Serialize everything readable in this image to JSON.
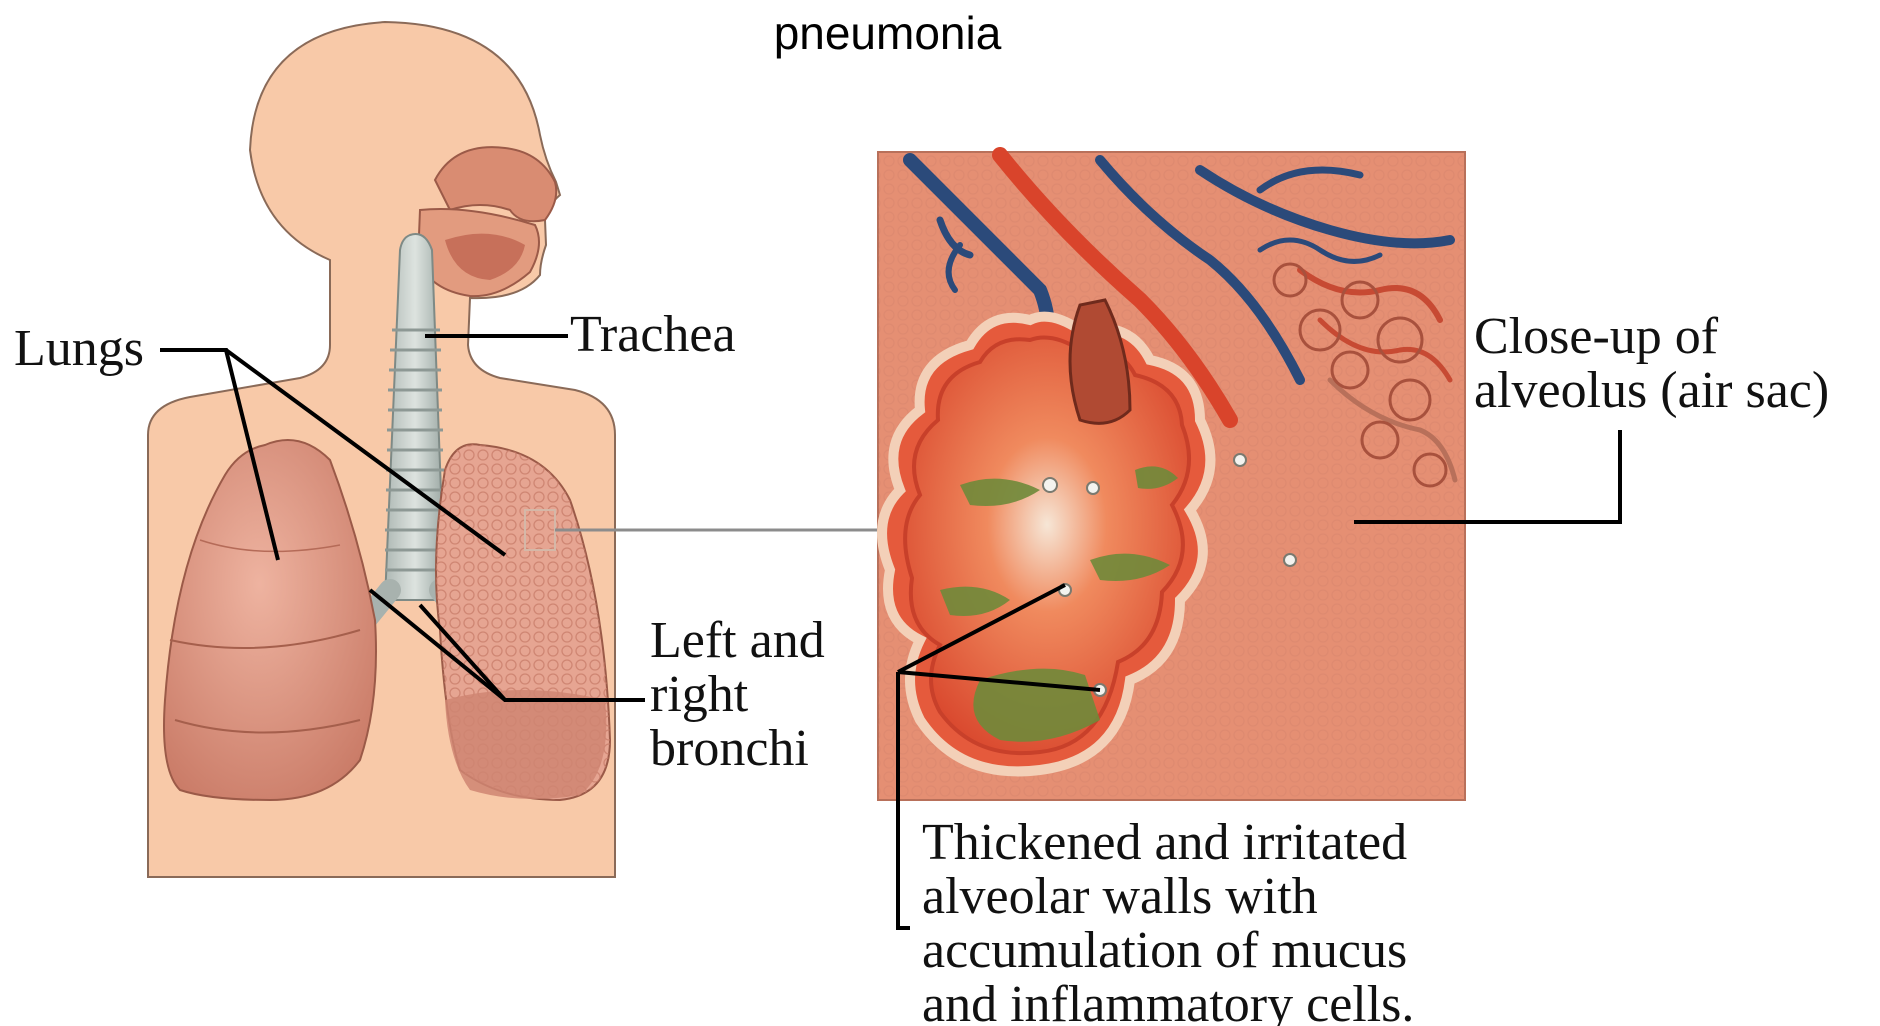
{
  "title": "pneumonia",
  "labels": {
    "lungs": "Lungs",
    "trachea": "Trachea",
    "bronchi": [
      "Left and",
      "right",
      "bronchi"
    ],
    "closeup": [
      "Close-up of",
      "alveolus (air sac)"
    ],
    "walls": [
      "Thickened and irritated",
      "alveolar walls with",
      "accumulation of mucus",
      "and inflammatory cells."
    ]
  },
  "colors": {
    "skin": "#f8c9a8",
    "lung": "#d98f7a",
    "tissue": "#e58f73",
    "vein": "#2b4a7a",
    "artery": "#d9442b",
    "mucus": "#6f8a3a",
    "leader": "#000000"
  }
}
